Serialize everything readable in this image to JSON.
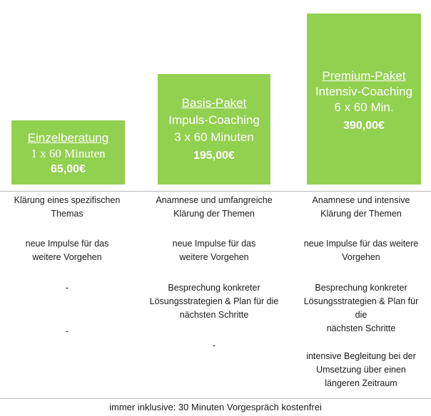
{
  "colors": {
    "package_green": "#92d050",
    "text": "#1a1a1a",
    "rule": "#b9b9b9"
  },
  "packages": [
    {
      "name": "Einzelberatung",
      "line1": "1 x 60 Minuten",
      "price": "65,00€"
    },
    {
      "name": "Basis-Paket",
      "line1": "Impuls-Coaching",
      "line2": "3 x 60 Minuten",
      "price": "195,00€"
    },
    {
      "name": "Premium-Paket",
      "line1": "Intensiv-Coaching",
      "line2": "6 x 60 Min.",
      "price": "390,00€"
    }
  ],
  "features": [
    [
      [
        "Klärung eines spezifischen",
        "Themas"
      ],
      [
        "neue Impulse für das",
        "weitere Vorgehen"
      ],
      [
        "-"
      ],
      [
        "-"
      ]
    ],
    [
      [
        "Anamnese und umfangreiche",
        "Klärung der Themen"
      ],
      [
        "neue Impulse für das",
        "weitere Vorgehen"
      ],
      [
        "Besprechung konkreter",
        "Lösungsstrategien & Plan für die",
        "nächsten Schritte"
      ],
      [
        "-"
      ]
    ],
    [
      [
        "Anamnese und intensive",
        "Klärung der Themen"
      ],
      [
        "neue Impulse für das weitere",
        "Vorgehen"
      ],
      [
        "Besprechung konkreter",
        "Lösungsstrategien & Plan für",
        "die",
        "nächsten Schritte"
      ],
      [
        "intensive Begleitung bei der",
        "Umsetzung über einen",
        "längeren Zeitraum"
      ]
    ]
  ],
  "footer": "immer inklusive: 30 Minuten Vorgespräch kostenfrei"
}
